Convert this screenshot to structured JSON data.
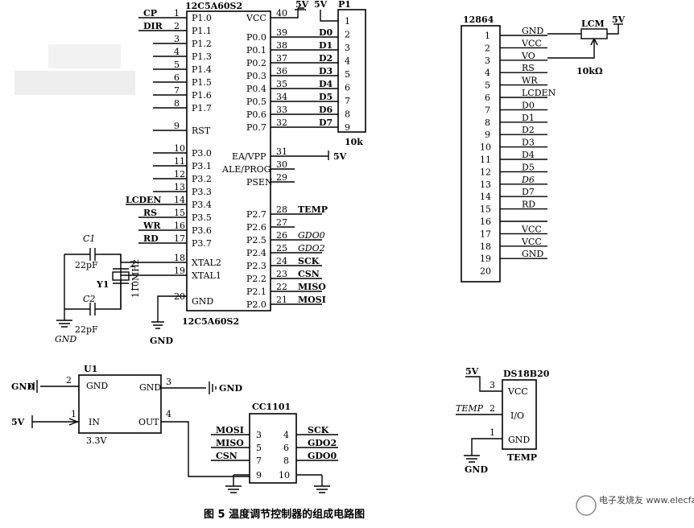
{
  "mcu": {
    "name_top": "12C5A60S2",
    "name_bottom": "12C5A60S2",
    "left_pins": [
      {
        "num": "1",
        "label": "P1.0",
        "net": "CP"
      },
      {
        "num": "2",
        "label": "P1.1",
        "net": "DIR"
      },
      {
        "num": "3",
        "label": "P1.2",
        "net": ""
      },
      {
        "num": "4",
        "label": "P1.3",
        "net": ""
      },
      {
        "num": "5",
        "label": "P1.4",
        "net": ""
      },
      {
        "num": "6",
        "label": "P1.5",
        "net": ""
      },
      {
        "num": "7",
        "label": "P1.6",
        "net": ""
      },
      {
        "num": "8",
        "label": "P1.7",
        "net": ""
      },
      {
        "num": "9",
        "label": "RST",
        "net": ""
      },
      {
        "num": "10",
        "label": "P3.0",
        "net": ""
      },
      {
        "num": "11",
        "label": "P3.1",
        "net": ""
      },
      {
        "num": "12",
        "label": "P3.2",
        "net": ""
      },
      {
        "num": "13",
        "label": "P3.3",
        "net": ""
      },
      {
        "num": "14",
        "label": "P3.4",
        "net": "LCDEN"
      },
      {
        "num": "15",
        "label": "P3.5",
        "net": "RS"
      },
      {
        "num": "16",
        "label": "P3.6",
        "net": "WR"
      },
      {
        "num": "17",
        "label": "P3.7",
        "net": "RD"
      },
      {
        "num": "18",
        "label": "XTAL2",
        "net": ""
      },
      {
        "num": "19",
        "label": "XTAL1",
        "net": ""
      },
      {
        "num": "20",
        "label": "GND",
        "net": ""
      }
    ],
    "right_pins": [
      {
        "num": "40",
        "label": "VCC",
        "net": ""
      },
      {
        "num": "39",
        "label": "P0.0",
        "net": "D0"
      },
      {
        "num": "38",
        "label": "P0.1",
        "net": "D1"
      },
      {
        "num": "37",
        "label": "P0.2",
        "net": "D2"
      },
      {
        "num": "36",
        "label": "P0.3",
        "net": "D3"
      },
      {
        "num": "35",
        "label": "P0.4",
        "net": "D4"
      },
      {
        "num": "34",
        "label": "P0.5",
        "net": "D5"
      },
      {
        "num": "33",
        "label": "P0.6",
        "net": "D6"
      },
      {
        "num": "32",
        "label": "P0.7",
        "net": "D7"
      },
      {
        "num": "31",
        "label": "EA/VPP",
        "net": "5V"
      },
      {
        "num": "30",
        "label": "ALE/PROG",
        "net": ""
      },
      {
        "num": "29",
        "label": "PSEN",
        "net": ""
      },
      {
        "num": "28",
        "label": "P2.7",
        "net": "TEMP"
      },
      {
        "num": "27",
        "label": "P2.6",
        "net": ""
      },
      {
        "num": "26",
        "label": "P2.5",
        "net": "GDO0"
      },
      {
        "num": "25",
        "label": "P2.4",
        "net": "GDO2"
      },
      {
        "num": "24",
        "label": "P2.3",
        "net": "SCK"
      },
      {
        "num": "23",
        "label": "P2.2",
        "net": "CSN"
      },
      {
        "num": "22",
        "label": "P2.1",
        "net": "MISO"
      },
      {
        "num": "21",
        "label": "P2.0",
        "net": "MOSI"
      }
    ],
    "vcc_5v_a": "5V",
    "vcc_5v_b": "5V"
  },
  "p1": {
    "name": "P1",
    "value": "10k",
    "pins": [
      "1",
      "2",
      "3",
      "4",
      "5",
      "6",
      "7",
      "8",
      "9"
    ]
  },
  "crystal": {
    "c1_label": "C1",
    "c1_value": "22pF",
    "c2_label": "C2",
    "c2_value": "22pF",
    "y_label": "Y1",
    "freq": "110MHz",
    "pin_a": "1",
    "pin_b": "2",
    "gnd_a": "GND",
    "gnd_b": "GND"
  },
  "lcd": {
    "name": "12864",
    "pins": [
      {
        "num": "1",
        "label": "GND"
      },
      {
        "num": "2",
        "label": "VCC"
      },
      {
        "num": "3",
        "label": "VO"
      },
      {
        "num": "4",
        "label": "RS"
      },
      {
        "num": "5",
        "label": "WR"
      },
      {
        "num": "6",
        "label": "LCDEN"
      },
      {
        "num": "7",
        "label": "D0"
      },
      {
        "num": "8",
        "label": "D1"
      },
      {
        "num": "9",
        "label": "D2"
      },
      {
        "num": "10",
        "label": "D3"
      },
      {
        "num": "11",
        "label": "D4"
      },
      {
        "num": "12",
        "label": "D5"
      },
      {
        "num": "13",
        "label": "D6"
      },
      {
        "num": "14",
        "label": "D7"
      },
      {
        "num": "15",
        "label": "RD"
      },
      {
        "num": "16",
        "label": ""
      },
      {
        "num": "17",
        "label": "VCC"
      },
      {
        "num": "18",
        "label": "VCC"
      },
      {
        "num": "19",
        "label": "GND"
      },
      {
        "num": "20",
        "label": ""
      }
    ],
    "pot_label": "LCM",
    "pot_value": "10kΩ",
    "vcc": "5V"
  },
  "regulator": {
    "name": "U1",
    "gnd_left": "GND",
    "gnd_right": "GND",
    "in_net": "5V",
    "pin_gnd_l_num": "2",
    "pin_gnd_l": "GND",
    "pin_gnd_r_num": "3",
    "pin_gnd_r": "GND",
    "pin_in_num": "1",
    "pin_in": "IN",
    "pin_out": "OUT",
    "pin_out_num": "4",
    "voltage": "3.3V"
  },
  "cc1101": {
    "name": "CC1101",
    "left": [
      {
        "net": "MOSI",
        "num": "3"
      },
      {
        "net": "MISO",
        "num": "5"
      },
      {
        "net": "CSN",
        "num": "7"
      },
      {
        "net": "",
        "num": "9"
      }
    ],
    "right": [
      {
        "net": "SCK",
        "num": "4"
      },
      {
        "net": "GDO2",
        "num": "6"
      },
      {
        "net": "GDO0",
        "num": "8"
      },
      {
        "net": "",
        "num": "10"
      }
    ]
  },
  "ds18b20": {
    "name": "DS18B20",
    "vcc_net": "5V",
    "temp_net": "TEMP",
    "gnd_net": "GND",
    "pin3": "3",
    "pin2": "2",
    "pin1": "1",
    "lbl_vcc": "VCC",
    "lbl_io": "I/O",
    "lbl_gnd": "GND",
    "bottom": "TEMP"
  },
  "caption": "图 5    温度调节控制器的组成电路图",
  "watermark": "电子发烧友 www.elecfans.com"
}
